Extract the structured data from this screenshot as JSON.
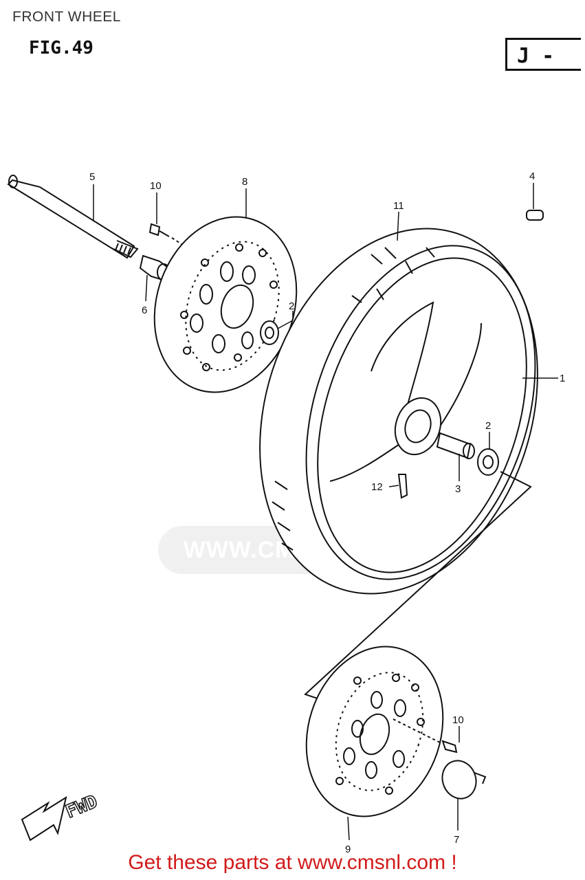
{
  "header": {
    "title": "FRONT WHEEL"
  },
  "figure": {
    "label": "FIG.49",
    "section": "J -"
  },
  "watermark": {
    "text": "WWW.CMSNL.COM"
  },
  "callouts": [
    {
      "num": "5"
    },
    {
      "num": "10"
    },
    {
      "num": "8"
    },
    {
      "num": "4"
    },
    {
      "num": "11"
    },
    {
      "num": "6"
    },
    {
      "num": "2"
    },
    {
      "num": "1"
    },
    {
      "num": "2"
    },
    {
      "num": "3"
    },
    {
      "num": "12"
    },
    {
      "num": "10"
    },
    {
      "num": "9"
    },
    {
      "num": "7"
    }
  ],
  "fwd": {
    "text": "FWD"
  },
  "footer": {
    "text": "Get these parts at www.cmsnl.com !"
  },
  "colors": {
    "line": "#111111",
    "footer": "#d11a1a",
    "watermark": "#e6e6e6"
  }
}
